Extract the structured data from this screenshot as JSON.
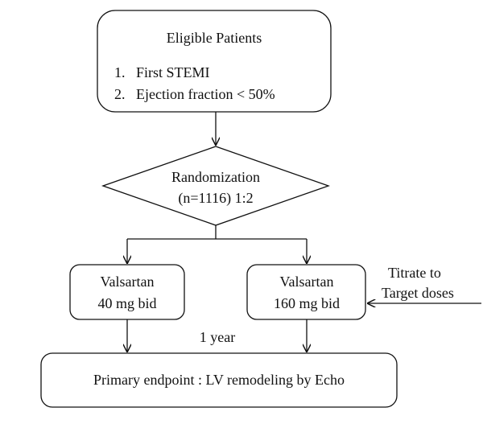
{
  "eligible": {
    "title": "Eligible Patients",
    "criteria": [
      "1.",
      "First STEMI",
      "2.",
      "Ejection fraction < 50%"
    ]
  },
  "randomization": {
    "line1": "Randomization",
    "line2": "(n=1116) 1:2"
  },
  "arm_low": {
    "drug": "Valsartan",
    "dose": "40 mg bid"
  },
  "arm_high": {
    "drug": "Valsartan",
    "dose": "160 mg bid"
  },
  "titrate": {
    "line1": "Titrate to",
    "line2": "Target doses"
  },
  "duration": "1 year",
  "endpoint": "Primary endpoint : LV remodeling by Echo"
}
